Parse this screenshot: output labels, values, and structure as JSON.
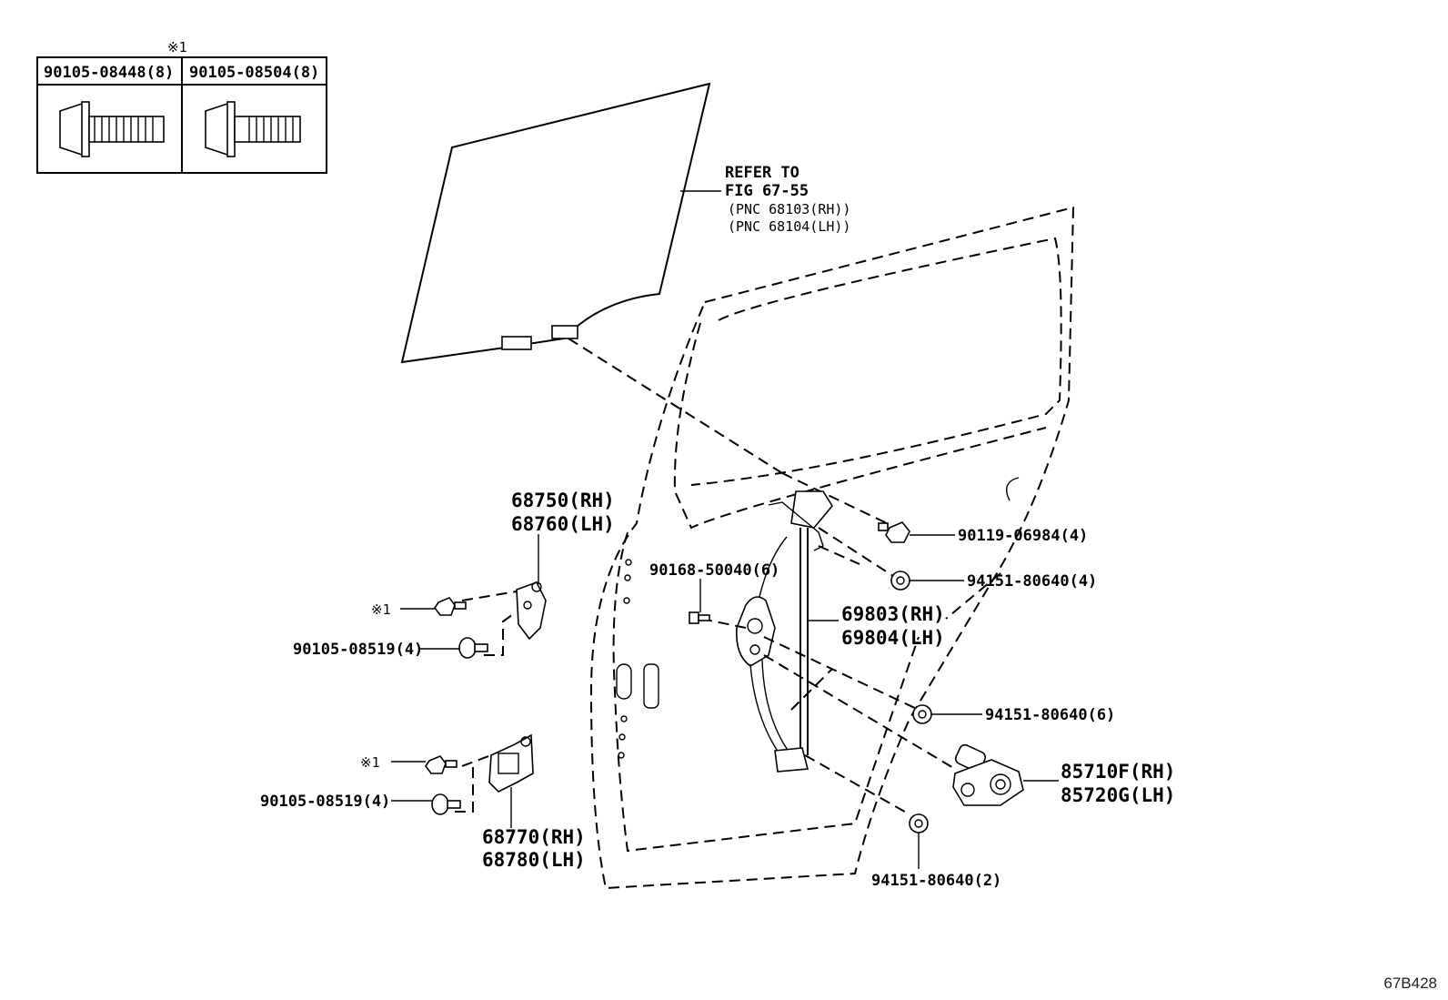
{
  "legend": {
    "mark": "※1",
    "col1": "90105-08448(8)",
    "col2": "90105-08504(8)"
  },
  "refer": {
    "line1": "REFER TO",
    "line2": "FIG 67-55",
    "line3": "(PNC 68103(RH))",
    "line4": "(PNC 68104(LH))"
  },
  "callouts": {
    "upper_hinge_rh": "68750(RH)",
    "upper_hinge_lh": "68760(LH)",
    "mark_upper": "※1",
    "bolt_upper": "90105-08519(4)",
    "mark_lower": "※1",
    "bolt_lower": "90105-08519(4)",
    "lower_hinge_rh": "68770(RH)",
    "lower_hinge_lh": "68780(LH)",
    "bolt_90168": "90168-50040(6)",
    "bolt_90119": "90119-06984(4)",
    "nut_4": "94151-80640(4)",
    "regulator_rh": "69803(RH)",
    "regulator_lh": "69804(LH)",
    "nut_6": "94151-80640(6)",
    "motor_rh": "85710F(RH)",
    "motor_lh": "85720G(LH)",
    "nut_2": "94151-80640(2)"
  },
  "figure_id": "67B428"
}
